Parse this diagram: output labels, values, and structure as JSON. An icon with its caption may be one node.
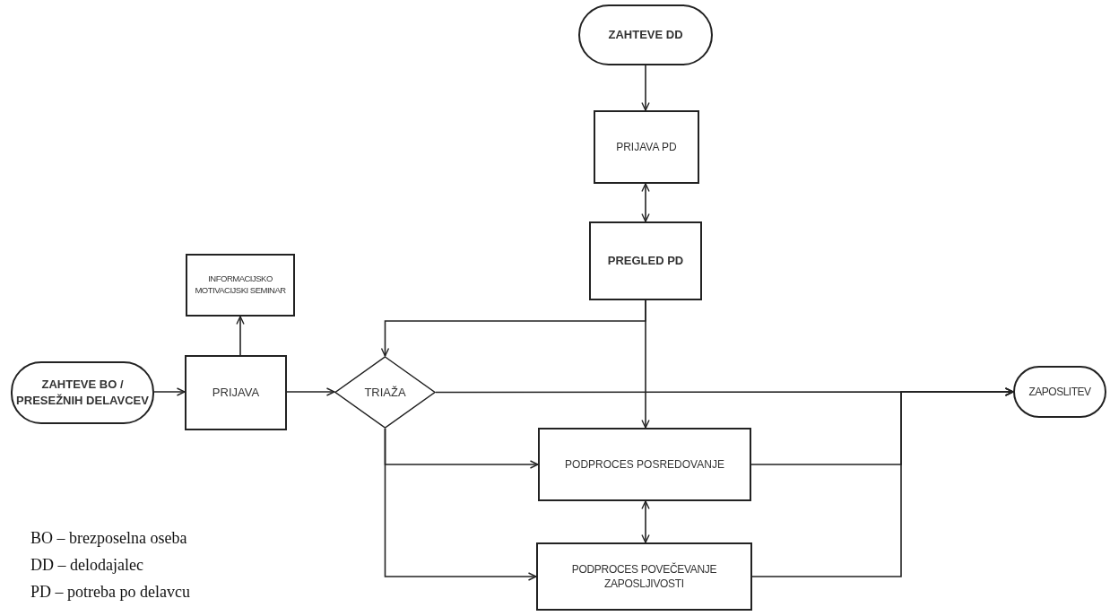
{
  "diagram": {
    "nodes": [
      {
        "text": [
          "ZAHTEVE DD"
        ]
      },
      {
        "text": [
          "PRIJAVA PD"
        ]
      },
      {
        "text": [
          "PREGLED PD"
        ]
      },
      {
        "text": [
          "INFORMACIJSKO MOTIVACIJSKI SEMINAR"
        ]
      },
      {
        "text": [
          "ZAHTEVE BO / PRESEŽNIH DELAVCEV"
        ]
      },
      {
        "text": [
          "PRIJAVA"
        ]
      },
      {
        "text": [
          "TRIAŽA"
        ]
      },
      {
        "text": [
          "ZAPOSLITEV"
        ]
      },
      {
        "text": [
          "PODPROCES POSREDOVANJE"
        ]
      },
      {
        "text": [
          "PODPROCES POVEČEVANJE ZAPOSLJIVOSTI"
        ]
      }
    ],
    "edges": [
      {
        "from": 0,
        "to": 1,
        "arrow": "to"
      },
      {
        "from": 1,
        "to": 2,
        "arrow": "both"
      },
      {
        "from": 2,
        "to": 6,
        "arrow": "to"
      },
      {
        "from": 2,
        "to": 8,
        "arrow": "to"
      },
      {
        "from": 4,
        "to": 5,
        "arrow": "to"
      },
      {
        "from": 5,
        "to": 3,
        "arrow": "to"
      },
      {
        "from": 5,
        "to": 6,
        "arrow": "to"
      },
      {
        "from": 6,
        "to": 7,
        "arrow": "to"
      },
      {
        "from": 6,
        "to": 8,
        "arrow": "to"
      },
      {
        "from": 6,
        "to": 9,
        "arrow": "to"
      },
      {
        "from": 8,
        "to": 7,
        "arrow": "to"
      },
      {
        "from": 9,
        "to": 7,
        "arrow": "to"
      },
      {
        "from": 8,
        "to": 9,
        "arrow": "both"
      }
    ],
    "labels": [
      "BO – brezposelna oseba",
      "DD – delodajalec",
      "PD – potreba po delavcu"
    ]
  }
}
